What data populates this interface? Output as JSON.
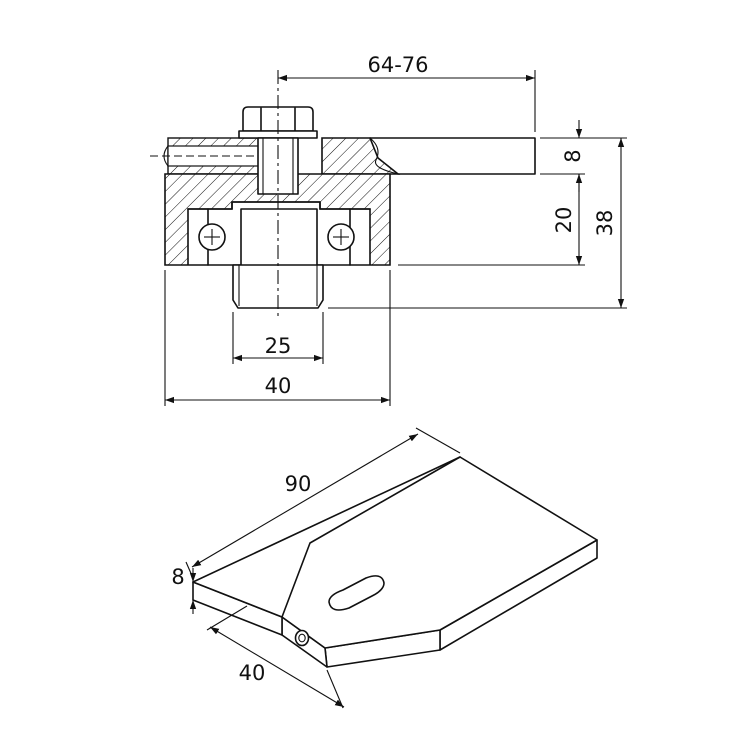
{
  "dimensions": {
    "adjust_range": "64-76",
    "plate_thickness_top": "8",
    "body_height": "20",
    "total_height": "38",
    "shaft_diameter": "25",
    "body_width": "40",
    "plate_length": "90",
    "plate_thickness_iso": "8",
    "plate_width": "40"
  }
}
